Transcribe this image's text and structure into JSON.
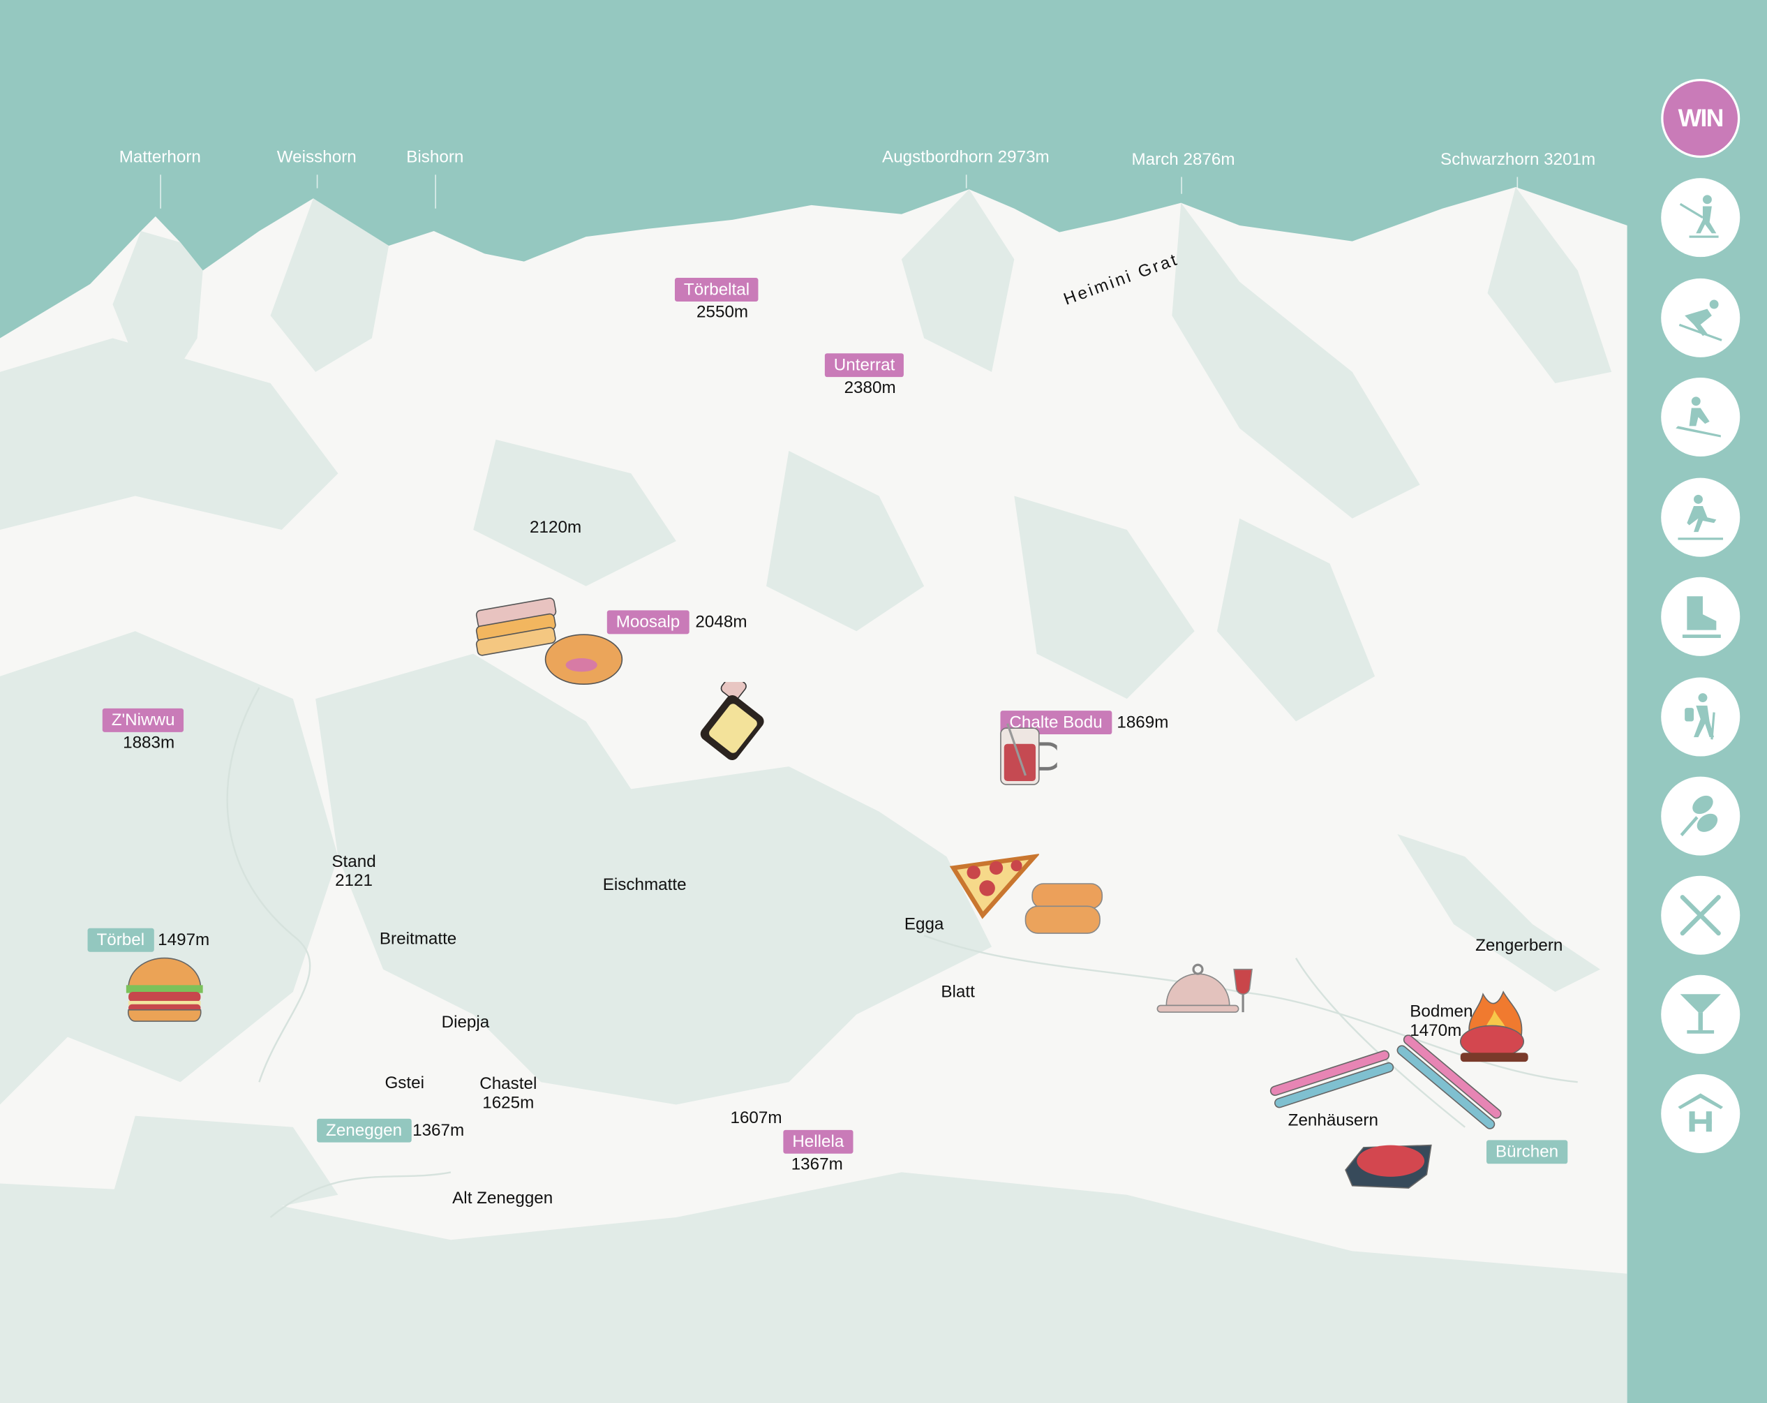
{
  "peaks": [
    {
      "name": "Matterhorn"
    },
    {
      "name": "Weisshorn"
    },
    {
      "name": "Bishorn"
    },
    {
      "name": "Augstbordhorn 2973m"
    },
    {
      "name": "March 2876m"
    },
    {
      "name": "Schwarzhorn 3201m"
    }
  ],
  "ridge": "Heimini Grat",
  "stations": {
    "toerbeltal": {
      "name": "Törbeltal",
      "alt": "2550m"
    },
    "unterrat": {
      "name": "Unterrat",
      "alt": "2380m"
    },
    "moosalp": {
      "name": "Moosalp",
      "alt": "2048m"
    },
    "zniwwu": {
      "name": "Z'Niwwu",
      "alt": "1883m"
    },
    "chaltebodu": {
      "name": "Chalte Bodu",
      "alt": "1869m"
    },
    "hellela": {
      "name": "Hellela",
      "alt": "1367m"
    }
  },
  "villages": {
    "toerbel": {
      "name": "Törbel",
      "alt": "1497m"
    },
    "zeneggen": {
      "name": "Zeneggen",
      "alt": "1367m"
    },
    "buerchen": {
      "name": "Bürchen"
    }
  },
  "places": {
    "alt2120": "2120m",
    "stand": "Stand",
    "stand_alt": "2121",
    "eischmatte": "Eischmatte",
    "breitmatte": "Breitmatte",
    "diepja": "Diepja",
    "gstei": "Gstei",
    "chastel": "Chastel",
    "chastel_alt": "1625m",
    "alt1607": "1607m",
    "altzeneggen": "Alt Zeneggen",
    "egga": "Egga",
    "blatt": "Blatt",
    "zengerbern": "Zengerbern",
    "bodmen": "Bodmen",
    "bodmen_alt": "1470m",
    "zenhaeusern": "Zenhäusern"
  },
  "sidebar": {
    "logo": "WIN",
    "icons": [
      "skiing-icon",
      "downhill-ski-icon",
      "sledding-icon",
      "cross-country-ski-icon",
      "ice-skating-icon",
      "hiking-icon",
      "snowshoe-icon",
      "restaurant-icon",
      "bar-icon",
      "hotel-icon"
    ]
  },
  "colors": {
    "sky": "#95c8c0",
    "snow": "#f7f7f5",
    "shade": "#e1ebe7",
    "station": "#c97bb8",
    "village": "#93c7bf"
  }
}
